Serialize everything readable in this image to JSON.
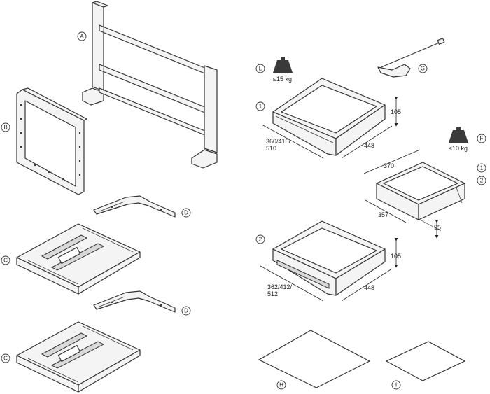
{
  "labels": {
    "A": "A",
    "B": "B",
    "C": "C",
    "D": "D",
    "F": "F",
    "G": "G",
    "H": "H",
    "I": "I",
    "L": "L",
    "one": "1",
    "two": "2"
  },
  "weights": {
    "large": "≤15 kg",
    "small": "≤10 kg"
  },
  "dimensions": {
    "drawer1_height": "105",
    "drawer1_width_line1": "360/410/",
    "drawer1_width_line2": "510",
    "drawer1_depth": "448",
    "small_drawer_width": "370",
    "small_drawer_depth": "357",
    "small_drawer_height": "95",
    "drawer2_height": "105",
    "drawer2_width_line1": "362/412/",
    "drawer2_width_line2": "512",
    "drawer2_depth": "448"
  }
}
